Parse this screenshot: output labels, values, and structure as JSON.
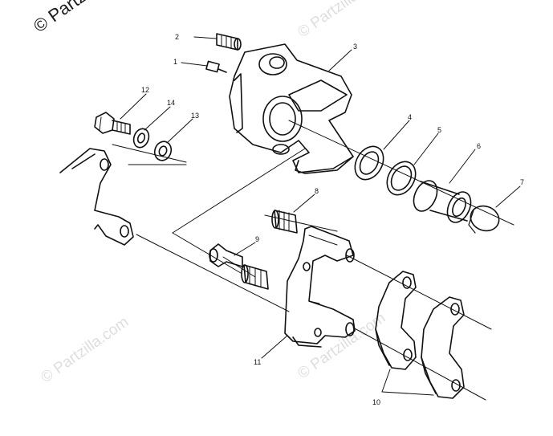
{
  "watermark": {
    "main": "© Partzilla.com",
    "faint": "© Partzilla.com"
  },
  "callouts": {
    "c1": "1",
    "c2": "2",
    "c3": "3",
    "c4": "4",
    "c5": "5",
    "c6": "6",
    "c7": "7",
    "c8": "8",
    "c9": "9",
    "c10": "10",
    "c11": "11",
    "c12": "12",
    "c13": "13",
    "c14": "14"
  }
}
